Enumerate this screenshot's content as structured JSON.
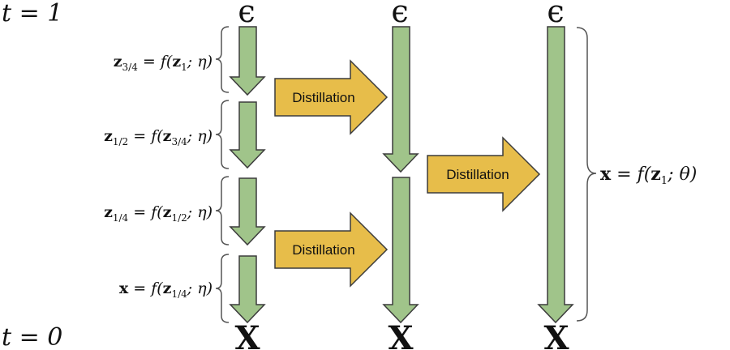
{
  "labels": {
    "t_top": "t = 1",
    "t_bottom": "t = 0",
    "epsilon": "ϵ",
    "x_bold": "X"
  },
  "steps": [
    {
      "lhs": "z",
      "lhs_sub": "3/4",
      "eq": " = ",
      "f": "f(",
      "arg": "z",
      "arg_sub": "1",
      "tail": "; η)"
    },
    {
      "lhs": "z",
      "lhs_sub": "1/2",
      "eq": " = ",
      "f": "f(",
      "arg": "z",
      "arg_sub": "3/4",
      "tail": "; η)"
    },
    {
      "lhs": "z",
      "lhs_sub": "1/4",
      "eq": " = ",
      "f": "f(",
      "arg": "z",
      "arg_sub": "1/2",
      "tail": "; η)"
    },
    {
      "lhs": "x",
      "lhs_sub": "",
      "eq": " = ",
      "f": "f(",
      "arg": "z",
      "arg_sub": "1/4",
      "tail": "; η)"
    }
  ],
  "distill": {
    "label_1": "Distillation",
    "label_2": "Distillation",
    "label_3": "Distillation"
  },
  "final": {
    "lhs": "x",
    "eq": " = ",
    "f": "f(",
    "arg": "z",
    "arg_sub": "1",
    "tail": "; θ)"
  },
  "colors": {
    "green": "#a0c48a",
    "green_stroke": "#3c3c3c",
    "gold": "#e7bd4a"
  }
}
